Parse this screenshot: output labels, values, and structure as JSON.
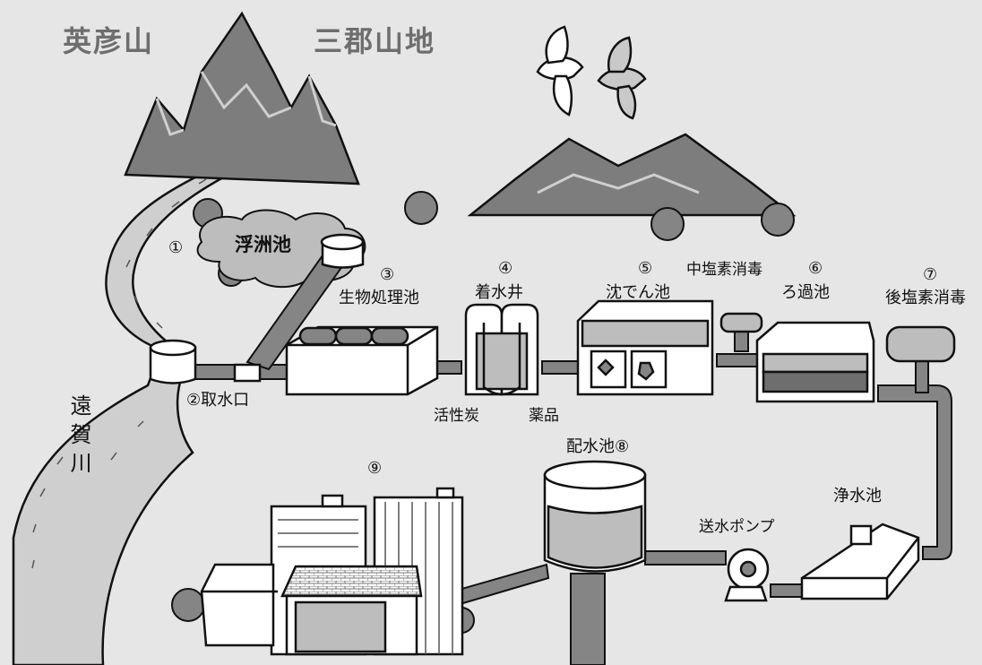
{
  "mountains": {
    "hikosan": "英彦山",
    "sangun": "三郡山地"
  },
  "river": "遠賀川",
  "nodes": {
    "n1": "①",
    "pond": "浮洲池",
    "n3": "③",
    "bio": "生物処理池",
    "n4": "④",
    "chakusui": "着水井",
    "n5": "⑤",
    "chinden": "沈でん池",
    "mid_chlorine": "中塩素消毒",
    "n6": "⑥",
    "filter": "ろ過池",
    "n7": "⑦",
    "post_chlorine": "後塩素消毒",
    "intake": "②取水口",
    "carbon": "活性炭",
    "chemicals": "薬品",
    "distribution": "配水池⑧",
    "n9": "⑨",
    "pump": "送水ポンプ",
    "clearwell": "浄水池"
  },
  "colors": {
    "background": "#e6e6e6",
    "mountain": "#7d7d7d",
    "pipe": "#858585",
    "line": "#111111",
    "panel": "#ffffff"
  }
}
